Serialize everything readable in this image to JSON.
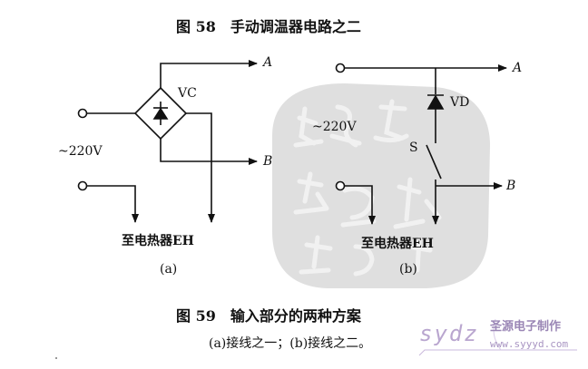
{
  "titles": {
    "fig58": "图 58　手动调温器电路之二",
    "fig59": "图 59　输入部分的两种方案",
    "fig59_caption": "(a)接线之一；(b)接线之二。"
  },
  "left_circuit": {
    "terminal_a": "A",
    "terminal_b": "B",
    "bridge_label": "VC",
    "supply_label": "~220V",
    "load_label": "至电热器EH",
    "sub_label": "(a)"
  },
  "right_circuit": {
    "terminal_a": "A",
    "terminal_b": "B",
    "diode_label": "VD",
    "switch_label": "S",
    "supply_label": "~220V",
    "load_label": "至电热器EH",
    "sub_label": "(b)"
  },
  "watermark": {
    "brand": "sydz",
    "name_cn": "圣源电子制作",
    "url": "www.syyyd.com"
  },
  "colors": {
    "ink": "#111111",
    "stamp": "#cfcfcf",
    "watermark": "#b9a6cf"
  },
  "icons": {
    "bridge": "bridge-rectifier-icon",
    "diode": "diode-icon",
    "switch": "switch-icon",
    "terminal": "open-terminal-circle-icon",
    "stamp": "seal-stamp-icon"
  }
}
